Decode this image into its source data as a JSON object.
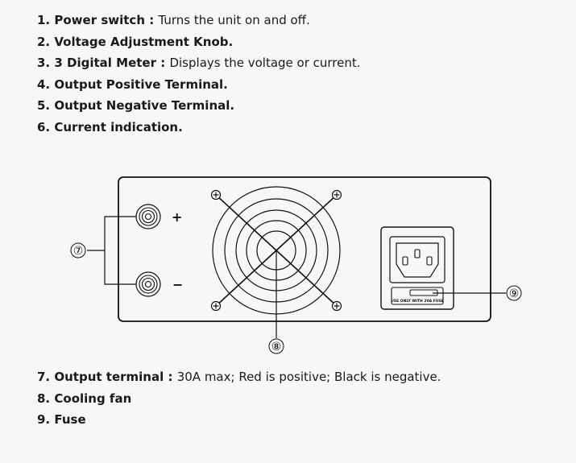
{
  "top_items": [
    {
      "num": "1.",
      "label": "Power switch",
      "sep": " : ",
      "desc": "Turns the unit on and off."
    },
    {
      "num": "2.",
      "label": "Voltage Adjustment Knob.",
      "sep": "",
      "desc": ""
    },
    {
      "num": "3.",
      "label": "3 Digital Meter",
      "sep": " : ",
      "desc": "Displays the voltage or current."
    },
    {
      "num": "4.",
      "label": "Output Positive Terminal.",
      "sep": "",
      "desc": ""
    },
    {
      "num": "5.",
      "label": "Output Negative Terminal.",
      "sep": "",
      "desc": ""
    },
    {
      "num": "6.",
      "label": "Current indication.",
      "sep": "",
      "desc": ""
    }
  ],
  "bottom_items": [
    {
      "num": "7.",
      "label": "Output terminal",
      "sep": " : ",
      "desc": "30A max; Red is positive; Black is negative."
    },
    {
      "num": "8.",
      "label": "Cooling fan",
      "sep": "",
      "desc": ""
    },
    {
      "num": "9.",
      "label": "Fuse",
      "sep": "",
      "desc": ""
    }
  ],
  "diagram": {
    "plus_sign": "+",
    "minus_sign": "−",
    "callout_7": "⑦",
    "callout_8": "⑧",
    "callout_9": "⑨",
    "fuse_text": "USE ONLY WITH 20A FUSE"
  }
}
